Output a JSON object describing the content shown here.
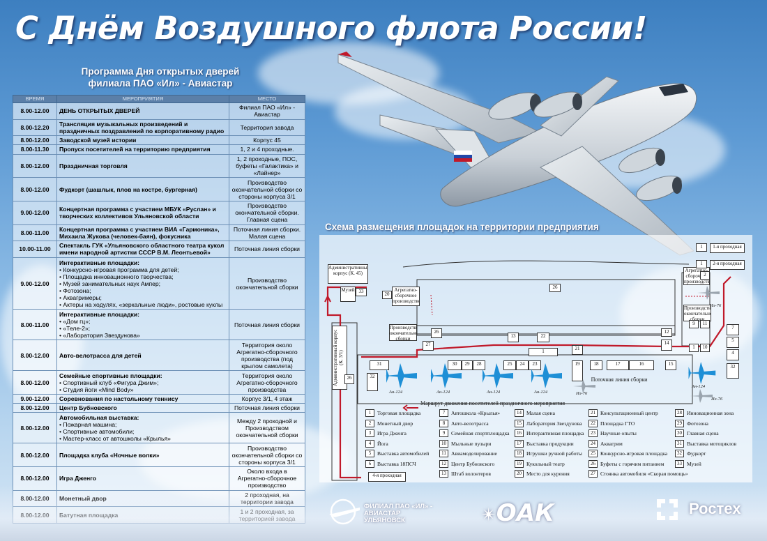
{
  "title": "С Днём Воздушного флота России!",
  "program_title_line1": "Программа Дня открытых дверей",
  "program_title_line2": "филиала ПАО «Ил» - Авиастар",
  "table": {
    "headers": [
      "ВРЕМЯ",
      "МЕРОПРИЯТИЯ",
      "МЕСТО"
    ],
    "rows": [
      {
        "time": "8.00-12.00",
        "event": "ДЕНЬ ОТКРЫТЫХ ДВЕРЕЙ",
        "place": "Филиал ПАО «Ил» - Авиастар"
      },
      {
        "time": "8.00-12.20",
        "event": "Трансляция музыкальных произведений и праздничных поздравлений по корпоративному радио",
        "place": "Территория завода"
      },
      {
        "time": "8.00-12.00",
        "event": "Заводской музей истории",
        "place": "Корпус 45"
      },
      {
        "time": "8.00-11.30",
        "event": "Пропуск посетителей на территорию предприятия",
        "place": "1, 2 и 4 проходные."
      },
      {
        "time": "8.00-12.00",
        "event": "Праздничная торговля",
        "place": "1, 2 проходные, ПОС, буфеты «Галактика» и «Лайнер»"
      },
      {
        "time": "8.00-12.00",
        "event": "Фудкорт (шашлык, плов на костре, бургерная)",
        "place": "Производство окончательной сборки со стороны корпуса 3/1"
      },
      {
        "time": "9.00-12.00",
        "event": "Концертная программа с участием МБУК «Руслан» и творческих коллективов Ульяновской области",
        "place": "Производство окончательной сборки. Главная сцена"
      },
      {
        "time": "8.00-11.00",
        "event": "Концертная программа с участием ВИА «Гармоника», Михаила Жукова (человек-баян), фокусника",
        "place": "Поточная линия сборки. Малая сцена"
      },
      {
        "time": "10.00-11.00",
        "event": "Спектакль ГУК «Ульяновского областного театра кукол имени народной артистки СССР В.М. Леонтьевой»",
        "place": "Поточная линия сборки"
      },
      {
        "time": "9.00-12.00",
        "event": "Интерактивные площадки:",
        "subs": [
          "Конкурсно-игровая программа для детей;",
          "Площадка инновационного творчества;",
          "Музей занимательных наук Ампер;",
          "Фотозона;",
          "Аквагримеры;",
          "Актеры на ходулях, «зеркальные люди», ростовые куклы"
        ],
        "place": "Производство окончательной сборки"
      },
      {
        "time": "8.00-11.00",
        "event": "Интерактивные площадки:",
        "subs": [
          "«Дом гц»;",
          "«Теле-2»;",
          "«Лаборатория Звездунова»"
        ],
        "place": "Поточная линия сборки"
      },
      {
        "time": "8.00-12.00",
        "event": "Авто-велотрасса для детей",
        "place": "Территория около Агрегатно-сборочного производства (под крылом самолета)"
      },
      {
        "time": "8.00-12.00",
        "event": "Семейные спортивные площадки:",
        "subs": [
          "Спортивный клуб «Фигура Джим»;",
          "Студия йоги «Mind Body»"
        ],
        "place": "Территория около Агрегатно-сборочного производства"
      },
      {
        "time": "9.00-12.00",
        "event": "Соревнования по настольному теннису",
        "place": "Корпус 3/1, 4 этаж"
      },
      {
        "time": "8.00-12.00",
        "event": "Центр Бубновского",
        "place": "Поточная линия сборки"
      },
      {
        "time": "8.00-12.00",
        "event": "Автомобильная выставка:",
        "subs": [
          "Пожарная машина;",
          "Спортивные автомобили;",
          "Мастер-класс от автошколы «Крылья»"
        ],
        "place": "Между 2 проходной и Производством окончательной сборки"
      },
      {
        "time": "8.00-12.00",
        "event": "Площадка клуба «Ночные волки»",
        "place": "Производство окончательной сборки со стороны корпуса 3/1"
      },
      {
        "time": "8.00-12.00",
        "event": "Игра Дженго",
        "place": "Около входа в Агрегатно-сборочное производство"
      },
      {
        "time": "8.00-12.00",
        "event": "Монетный двор",
        "place": "2 проходная, на территории завода"
      },
      {
        "time": "8.00-12.00",
        "event": "Батутная площадка",
        "place": "1 и 2 проходная, за территорией завода"
      }
    ]
  },
  "map": {
    "title": "Схема размещения площадок на территории предприятия",
    "route_label": "Маршрут движения посетителей праздничного мероприятия",
    "labels": {
      "admin_building": "Административный корпус (К. 45)",
      "museum": "Музей",
      "agg_prod": "Агрегатно-сборочное производство",
      "final_prod": "Производство окончательной сборки",
      "admin_31": "Административный корпус (К. 3/1)",
      "assembly_line": "Поточная линия сборки",
      "gate1": "1-я проходная",
      "gate2": "2-я проходная",
      "gate4": "4-я проходная",
      "an124": "Ан-124",
      "il76": "Ил-76"
    },
    "legend": [
      "Торговая площадка",
      "Монетный двор",
      "Игра Дженга",
      "Йога",
      "Выставка автомобилей",
      "Выставка 18ПСЧ",
      "Автошкола «Крылья»",
      "Авто-велотрасса",
      "Семейная спортплощадка",
      "Мыльные пузыри",
      "Авиамоделирование",
      "Центр Бубновского",
      "Штаб волонтеров",
      "Малая сцена",
      "Лаборатория Звездунова",
      "Интерактивная площадка",
      "Выставка продукции",
      "Игрушки ручной работы",
      "Кукольный театр",
      "Место для курения",
      "Консультационный центр",
      "Площадка ГТО",
      "Научные опыты",
      "Аквагрим",
      "Конкурсно-игровая площадка",
      "Буфеты с горячим питанием",
      "Стоянка автомобиля «Скорая помощь»",
      "Инновационная зона",
      "Фотозона",
      "Главная сцена",
      "Выставка мотоциклов",
      "Фудкорт",
      "Музей"
    ]
  },
  "footer": {
    "il_logo_line1": "ФИЛИАЛ ПАО «ИЛ» -",
    "il_logo_line2": "АВИАСТАР",
    "il_logo_line3": "УЛЬЯНОВСК",
    "oak_logo": "ОАК",
    "rostec_logo": "Ростех"
  },
  "colors": {
    "route": "#c0192a",
    "plane_icon": "#1e8fd6",
    "header_bg": "#5b7fa8",
    "title_text": "#ffffff"
  }
}
